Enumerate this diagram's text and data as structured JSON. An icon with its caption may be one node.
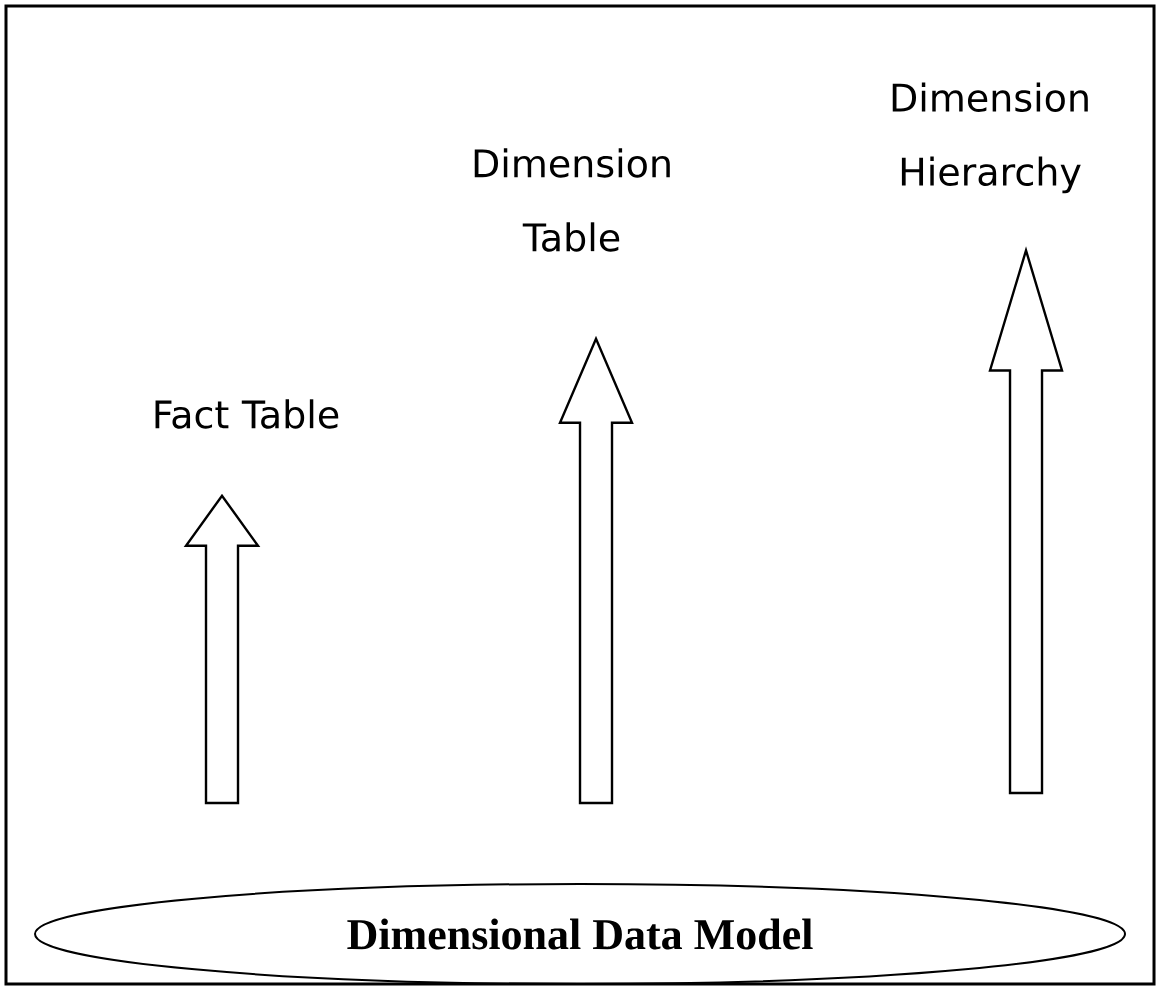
{
  "diagram": {
    "nodes": [
      {
        "text": [
          "Dimensional Data Model"
        ]
      },
      {
        "text": [
          "Fact Table"
        ]
      },
      {
        "text": [
          "Dimension Table"
        ]
      },
      {
        "text": [
          "Dimension Hierarchy"
        ]
      }
    ],
    "edges": [
      {
        "from": 0,
        "to": 1,
        "arrow": "to"
      },
      {
        "from": 0,
        "to": 2,
        "arrow": "to"
      },
      {
        "from": 0,
        "to": 3,
        "arrow": "to"
      }
    ]
  }
}
